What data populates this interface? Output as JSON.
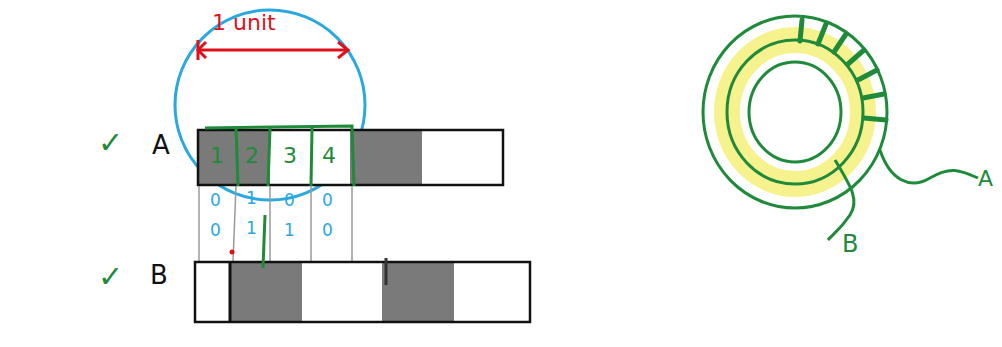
{
  "diagram": {
    "labels": [
      "1 unit",
      "✓",
      "A",
      "1",
      "2",
      "3",
      "4",
      "0",
      "1",
      "0",
      "0",
      "0",
      "1",
      "1",
      "0",
      "✓",
      "B",
      "A",
      "B"
    ]
  }
}
